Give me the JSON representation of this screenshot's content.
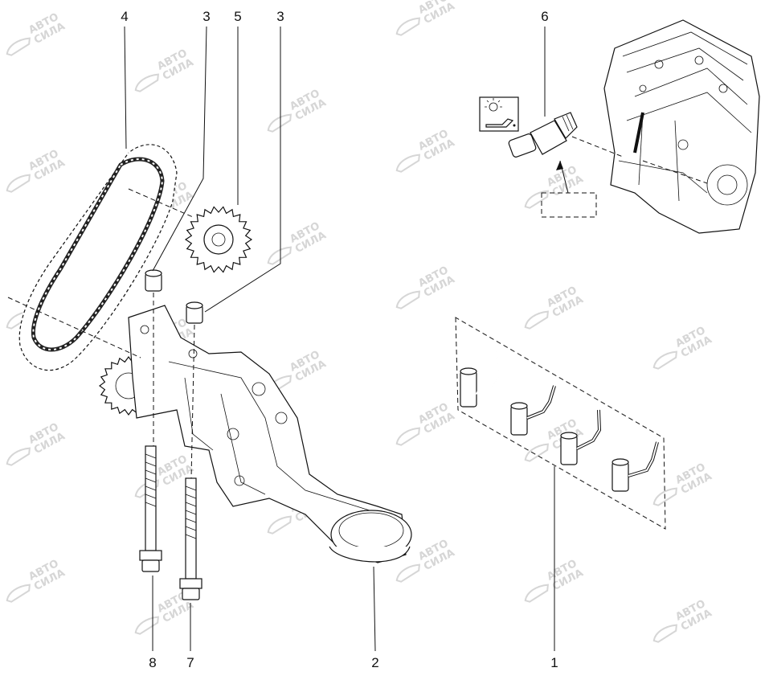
{
  "callouts": [
    {
      "id": "c4",
      "label": "4"
    },
    {
      "id": "c3a",
      "label": "3"
    },
    {
      "id": "c5",
      "label": "5"
    },
    {
      "id": "c3b",
      "label": "3"
    },
    {
      "id": "c6",
      "label": "6"
    },
    {
      "id": "c8",
      "label": "8"
    },
    {
      "id": "c7",
      "label": "7"
    },
    {
      "id": "c2",
      "label": "2"
    },
    {
      "id": "c1",
      "label": "1"
    }
  ],
  "watermark": {
    "line1": "АВТО",
    "line2": "СИЛА"
  },
  "icons": {
    "warning_lamp": "oil-pressure-warning-icon",
    "chain": "timing-chain-icon",
    "sprocket": "sprocket-icon",
    "pump": "oil-pump-icon",
    "sensor": "oil-pressure-switch-icon",
    "engine": "engine-block-icon",
    "pipes": "oil-jet-pipe-icon"
  }
}
